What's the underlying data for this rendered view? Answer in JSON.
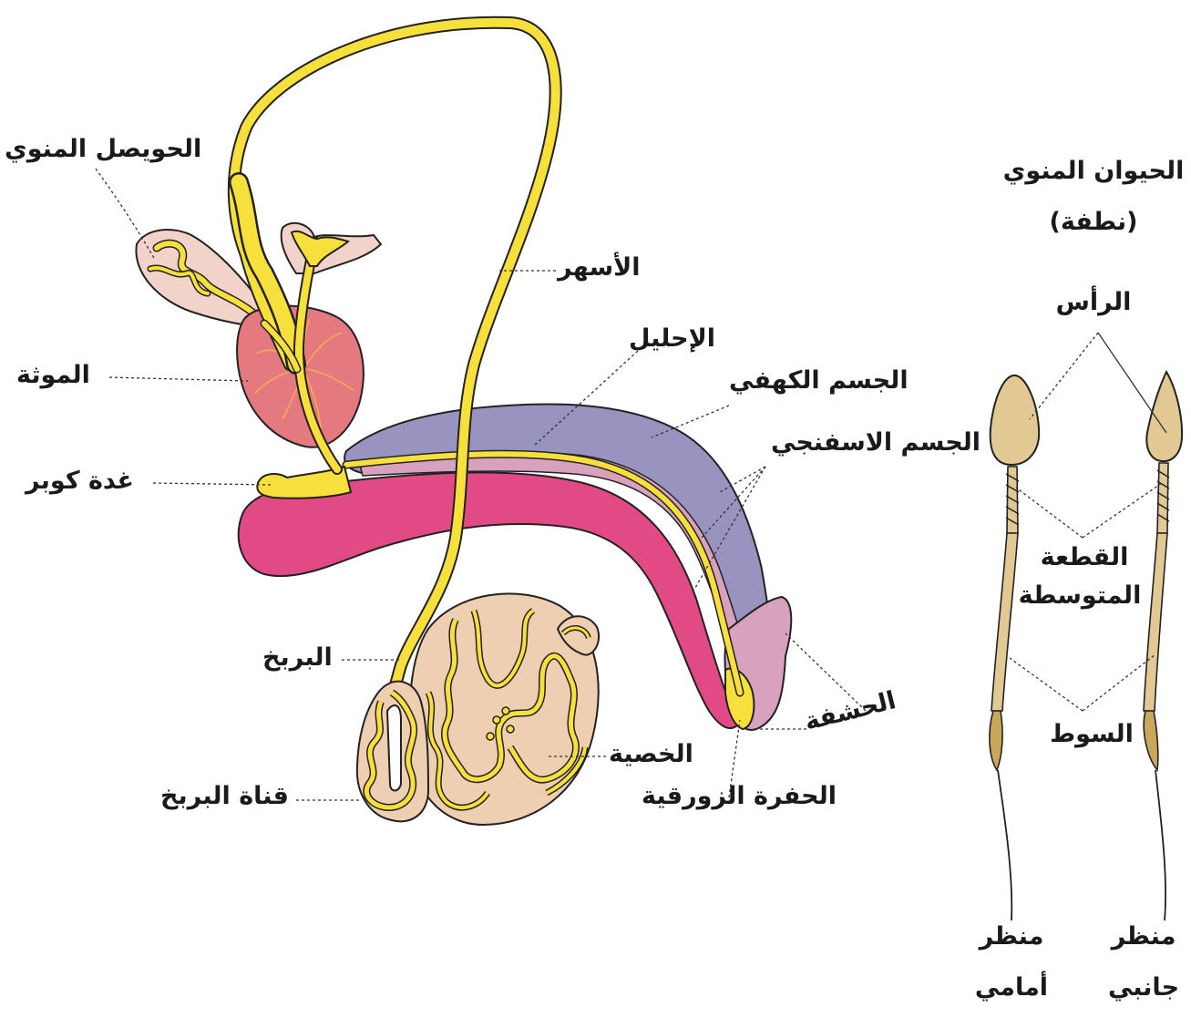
{
  "labels": {
    "seminal_vesicle": "الحويصل المنوي",
    "prostate": "الموثة",
    "cowper_gland": "غدة كوبر",
    "vas_deferens": "الأسهر",
    "urethra": "الإحليل",
    "corpus_cavernosum": "الجسم الكهفي",
    "corpus_spongiosum": "الجسم الاسفنجي",
    "glans": "الحشفة",
    "navicular_fossa": "الحفرة الزورقية",
    "epididymis": "البربخ",
    "epididymal_duct": "قناة البربخ",
    "testis": "الخصية"
  },
  "sperm": {
    "title_line1": "الحيوان المنوي",
    "title_line2": "(نطفة)",
    "head": "الرأس",
    "midpiece_line1": "القطعة",
    "midpiece_line2": "المتوسطة",
    "tail": "السوط",
    "front_view_line1": "منظر",
    "front_view_line2": "أمامي",
    "side_view_line1": "منظر",
    "side_view_line2": "جانبي"
  },
  "colors": {
    "duct_yellow": "#f7df3c",
    "cavernosum_purple": "#9893bf",
    "spongiosum_pink": "#e24a86",
    "glans_pink": "#d8a2bf",
    "prostate_red": "#e4797f",
    "testis_beige": "#efcfb2",
    "sperm_head_tan": "#e2c994",
    "vesicle_pink": "#f2d3c9"
  }
}
